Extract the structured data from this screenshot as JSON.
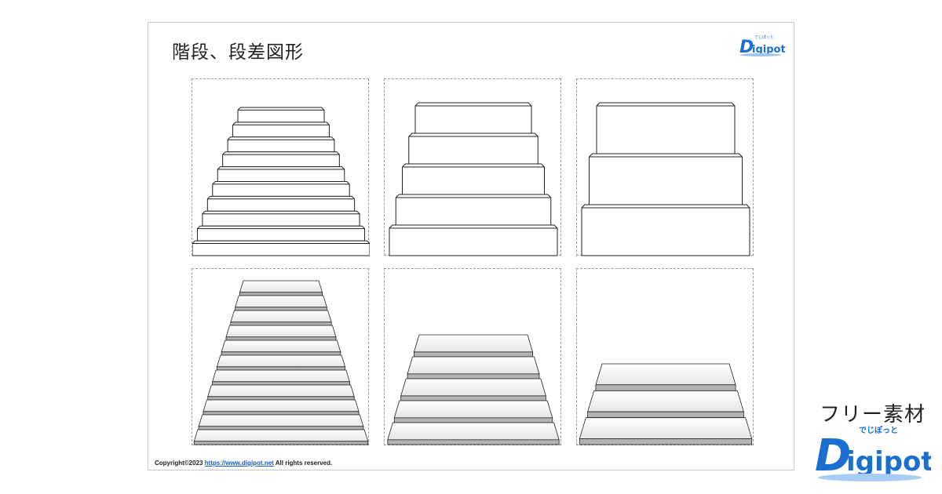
{
  "page": {
    "title": "階段、段差図形",
    "copyright_prefix": "Copyright©2023 ",
    "copyright_link": "https://www.digipot.net",
    "copyright_suffix": " All rights reserved."
  },
  "logo": {
    "small_word": "Digipot",
    "small_kana": "でじぽっと",
    "big_word": "Digipot",
    "big_kana": "でじぽっと",
    "tagline": "フリー素材"
  },
  "colors": {
    "accent_blue": "#1a6fd1",
    "outline": "#222222",
    "step_fill_gray": "#e6e6e6",
    "riser_gray": "#b3b3b3"
  },
  "shapes": [
    {
      "name": "stairs-outline-10",
      "style": "outline",
      "steps": 10
    },
    {
      "name": "stairs-outline-5",
      "style": "outline",
      "steps": 5
    },
    {
      "name": "stairs-outline-3",
      "style": "outline",
      "steps": 3
    },
    {
      "name": "stairs-gradient-11",
      "style": "gradient",
      "steps": 11
    },
    {
      "name": "stairs-gradient-5",
      "style": "gradient",
      "steps": 5
    },
    {
      "name": "stairs-gradient-3",
      "style": "gradient",
      "steps": 3
    }
  ]
}
